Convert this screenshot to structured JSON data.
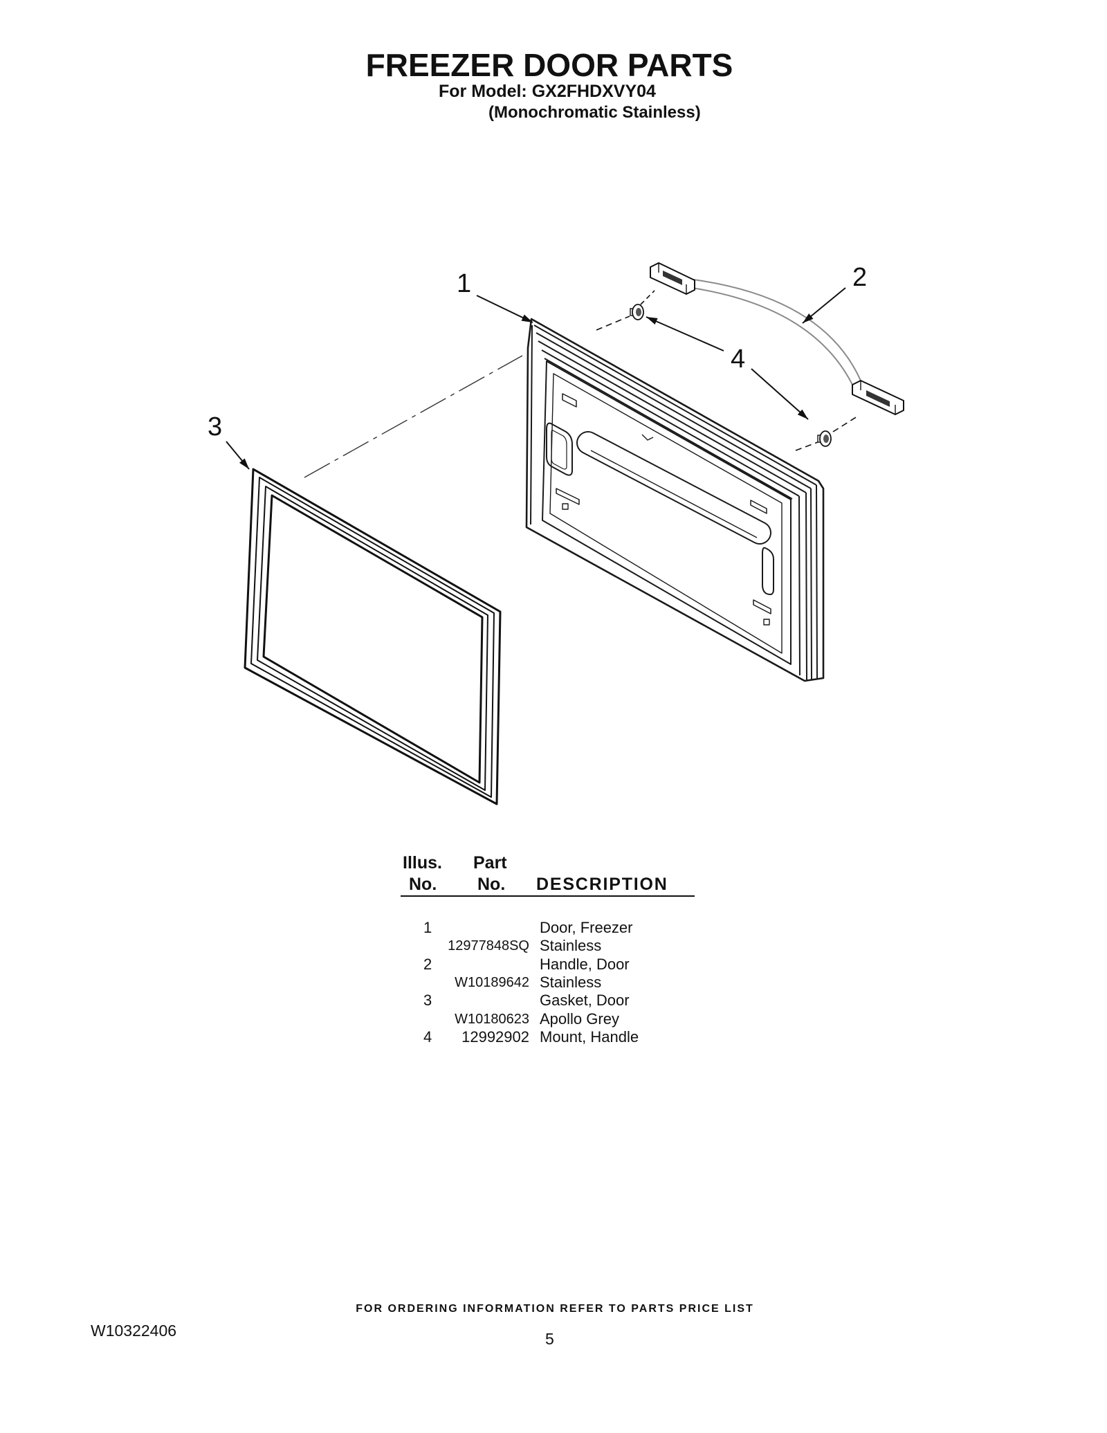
{
  "header": {
    "title": "FREEZER DOOR PARTS",
    "model_line": "For Model: GX2FHDXVY04",
    "variant_line": "(Monochromatic Stainless)"
  },
  "diagram": {
    "callouts": {
      "door": "1",
      "handle": "2",
      "gasket": "3",
      "mount": "4"
    }
  },
  "parts_table": {
    "headers": {
      "illus_top": "Illus.",
      "illus_bottom": "No.",
      "part_top": "Part",
      "part_bottom": "No.",
      "description": "DESCRIPTION"
    },
    "rows": [
      {
        "illus": "1",
        "description": "Door, Freezer"
      },
      {
        "part": "12977848SQ",
        "description": "Stainless"
      },
      {
        "illus": "2",
        "description": "Handle, Door"
      },
      {
        "part": "W10189642",
        "description": "Stainless"
      },
      {
        "illus": "3",
        "description": "Gasket, Door"
      },
      {
        "part": "W10180623",
        "description": "Apollo Grey"
      },
      {
        "illus": "4",
        "part": "12992902",
        "description": "Mount, Handle"
      }
    ]
  },
  "footer": {
    "ordering_note": "FOR ORDERING INFORMATION REFER TO PARTS PRICE LIST",
    "document_number": "W10322406",
    "page_number": "5"
  }
}
